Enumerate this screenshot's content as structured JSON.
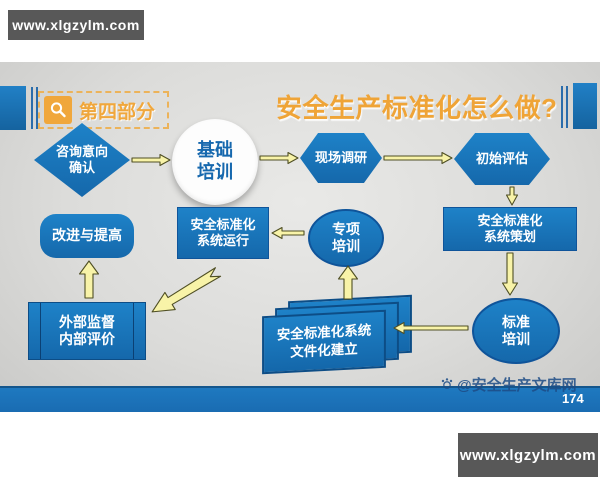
{
  "page": {
    "watermark_top": "www.xlgzylm.com",
    "watermark_bottom": "www.xlgzylm.com"
  },
  "slide": {
    "badge_label": "第四部分",
    "title": "安全生产标准化怎么做?",
    "footer_credit": "@安全生产文库网",
    "page_number": "174",
    "nodes": {
      "consult": {
        "shape": "diamond",
        "line1": "咨询意向",
        "line2": "确认"
      },
      "basic": {
        "shape": "circle",
        "line1": "基础",
        "line2": "培训"
      },
      "site": {
        "shape": "hexagon",
        "line1": "现场调研"
      },
      "initial": {
        "shape": "hexagon",
        "line1": "初始评估"
      },
      "improve": {
        "shape": "rounded-rect",
        "line1": "改进与提高"
      },
      "run": {
        "shape": "rect",
        "line1": "安全标准化",
        "line2": "系统运行"
      },
      "special": {
        "shape": "ellipse",
        "line1": "专项",
        "line2": "培训"
      },
      "plan": {
        "shape": "rect",
        "line1": "安全标准化",
        "line2": "系统策划"
      },
      "external": {
        "shape": "predefined",
        "line1": "外部监督",
        "line2": "内部评价"
      },
      "docs": {
        "shape": "stacked-docs",
        "line1": "安全标准化系统",
        "line2": "文件化建立"
      },
      "standard": {
        "shape": "ellipse",
        "line1": "标准",
        "line2": "培训"
      }
    },
    "edges": [
      {
        "from": "consult",
        "to": "basic",
        "direction": "right"
      },
      {
        "from": "basic",
        "to": "site",
        "direction": "right"
      },
      {
        "from": "site",
        "to": "initial",
        "direction": "right"
      },
      {
        "from": "initial",
        "to": "plan",
        "direction": "down"
      },
      {
        "from": "plan",
        "to": "standard",
        "direction": "down"
      },
      {
        "from": "standard",
        "to": "docs",
        "direction": "left"
      },
      {
        "from": "docs",
        "to": "special",
        "direction": "up"
      },
      {
        "from": "special",
        "to": "run",
        "direction": "left"
      },
      {
        "from": "run",
        "to": "external",
        "direction": "down-left"
      },
      {
        "from": "external",
        "to": "improve",
        "direction": "up"
      }
    ],
    "colors": {
      "node_blue": "#1878bd",
      "node_border": "#0f549a",
      "accent_orange": "#efa437",
      "arrow_fill": "#f8f3a8",
      "footer_bar": "#1b72b9",
      "watermark_bg": "#585858"
    }
  }
}
